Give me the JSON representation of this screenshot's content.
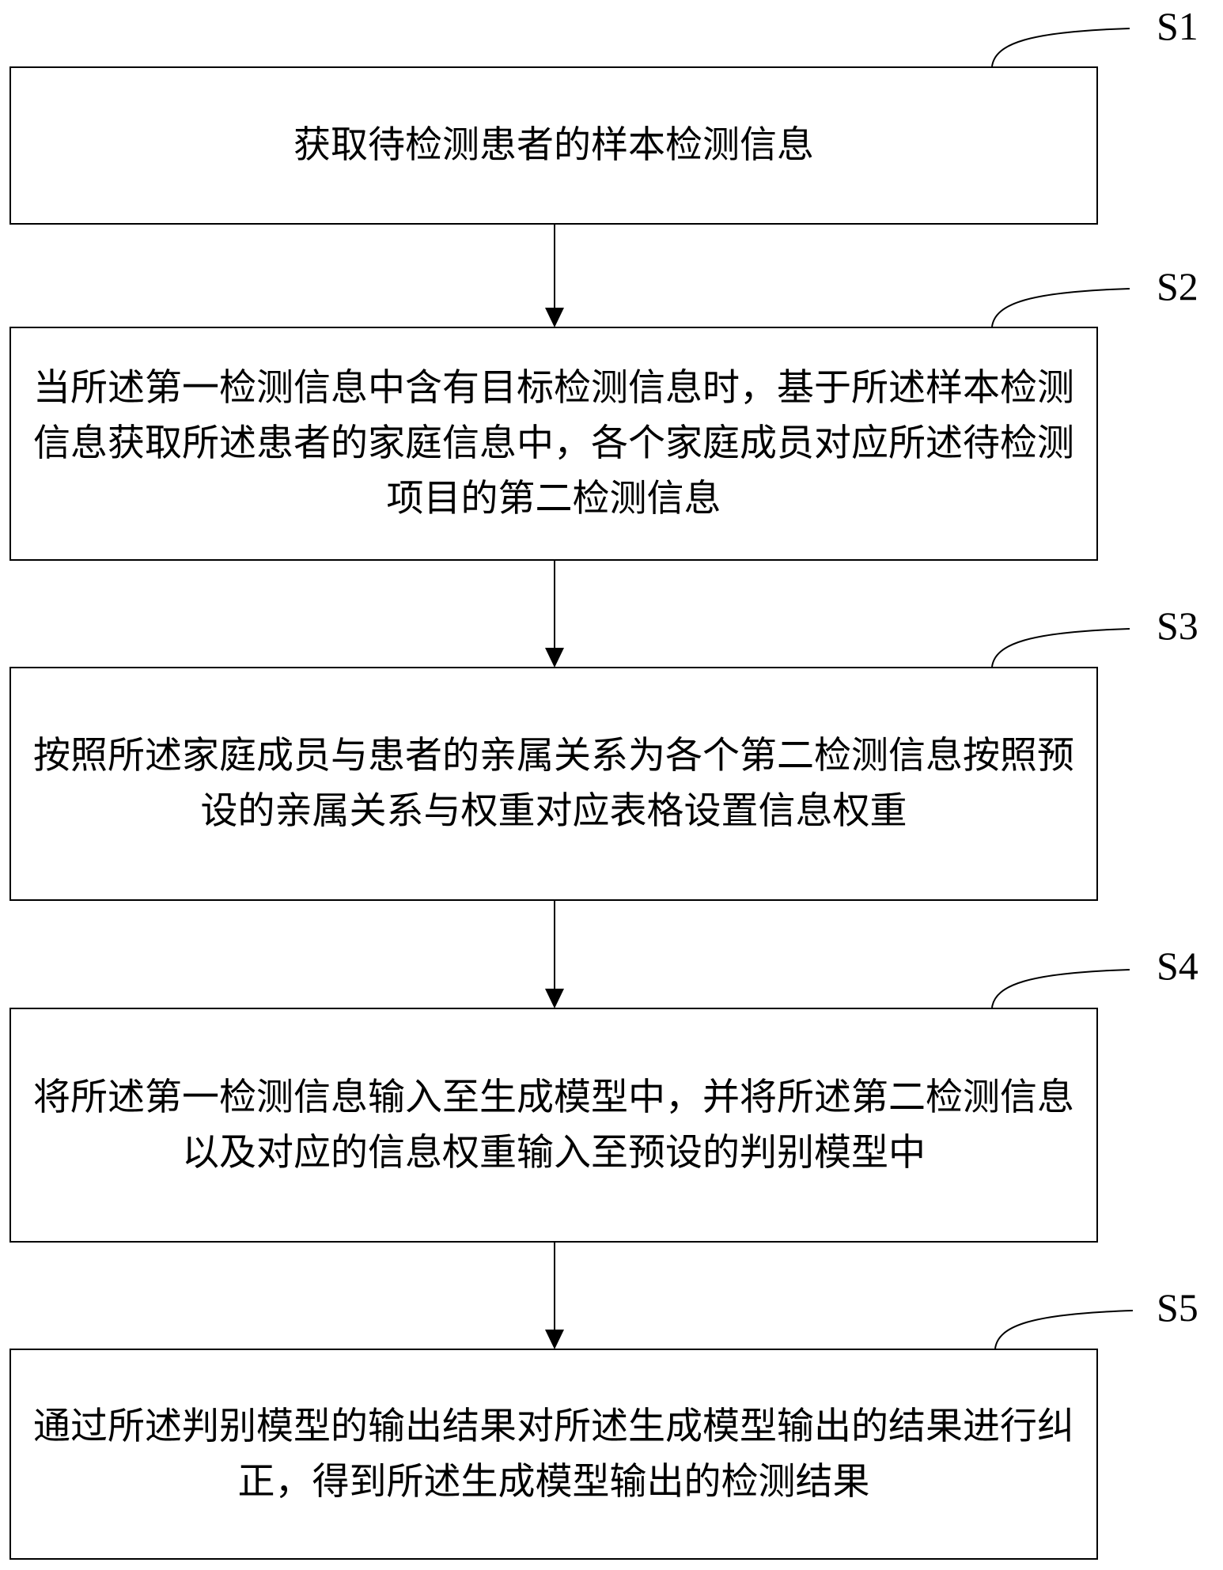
{
  "diagram": {
    "type": "flowchart",
    "direction": "top-to-bottom",
    "steps": [
      {
        "id": "S1",
        "label": "S1",
        "text": "获取待检测患者的样本检测信息"
      },
      {
        "id": "S2",
        "label": "S2",
        "text": "当所述第一检测信息中含有目标检测信息时，基于所述样本检测信息获取所述患者的家庭信息中，各个家庭成员对应所述待检测项目的第二检测信息"
      },
      {
        "id": "S3",
        "label": "S3",
        "text": "按照所述家庭成员与患者的亲属关系为各个第二检测信息按照预设的亲属关系与权重对应表格设置信息权重"
      },
      {
        "id": "S4",
        "label": "S4",
        "text": "将所述第一检测信息输入至生成模型中，并将所述第二检测信息以及对应的信息权重输入至预设的判别模型中"
      },
      {
        "id": "S5",
        "label": "S5",
        "text": "通过所述判别模型的输出结果对所述生成模型输出的结果进行纠正，得到所述生成模型输出的检测结果"
      }
    ],
    "edges": [
      {
        "from": "S1",
        "to": "S2"
      },
      {
        "from": "S2",
        "to": "S3"
      },
      {
        "from": "S3",
        "to": "S4"
      },
      {
        "from": "S4",
        "to": "S5"
      }
    ],
    "colors": {
      "stroke": "#000000",
      "background": "#ffffff",
      "text": "#000000"
    }
  }
}
